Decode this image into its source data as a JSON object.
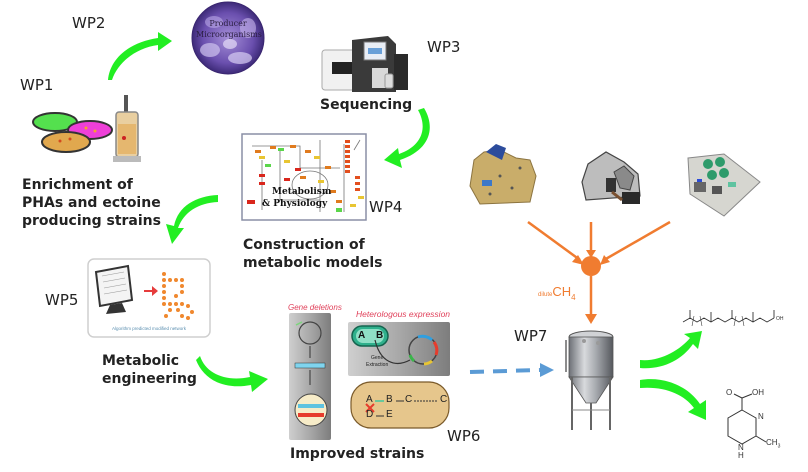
{
  "work_packages": {
    "wp1": "WP1",
    "wp2": "WP2",
    "wp3": "WP3",
    "wp4": "WP4",
    "wp5": "WP5",
    "wp6": "WP6",
    "wp7": "WP7"
  },
  "captions": {
    "enrichment": [
      "Enrichment of",
      "PHAs and ectoine",
      "producing strains"
    ],
    "sequencing": "Sequencing",
    "construction": [
      "Construction of",
      "metabolic models"
    ],
    "metabolic_engineering": [
      "Metabolic",
      "engineering"
    ],
    "improved_strains": "Improved strains"
  },
  "images": {
    "producer": [
      "Producer",
      "Microorganisms"
    ],
    "metabolism": [
      "Metabolism",
      "& Physiology"
    ],
    "network_caption": "Algorithm predicted modified network",
    "gene_deletions": "Gene deletions",
    "heterologous_expression": "Heterologous expression",
    "gene_extraction": [
      "Gene",
      "Extraction"
    ],
    "pathway": {
      "a": "A",
      "b": "B",
      "c": "C",
      "c2": "C",
      "d": "D",
      "e": "E"
    },
    "plasmid_a": "A",
    "plasmid_b": "B"
  },
  "methane": {
    "prefix": "dilute",
    "formula": "CH",
    "subscript": "4"
  },
  "chemistry": {
    "pha_oh": "OH",
    "ectoine_cooh": "OH",
    "ectoine_o": "O",
    "ectoine_n": "N",
    "ectoine_nh": "H",
    "ectoine_nh_n": "N",
    "ectoine_ch3": "CH",
    "ectoine_ch3_sub": "3"
  },
  "colors": {
    "green_arrow": "#22ee22",
    "orange_flow": "#f07c30",
    "blue_dashed": "#5b9bd5",
    "red_label": "#e0405a",
    "purple_cell": "#5a3d9a"
  }
}
